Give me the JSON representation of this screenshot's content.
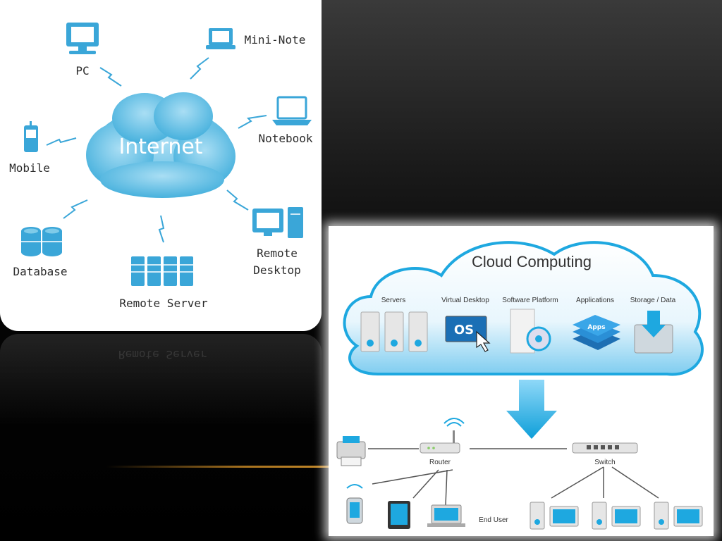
{
  "internet_diagram": {
    "center_label": "Internet",
    "nodes": {
      "pc": "PC",
      "mini_note": "Mini-Note",
      "notebook": "Notebook",
      "mobile": "Mobile",
      "database": "Database",
      "remote_server": "Remote Server",
      "remote_desktop_line1": "Remote",
      "remote_desktop_line2": "Desktop"
    },
    "accent_color": "#3aa6d8"
  },
  "cloud_diagram": {
    "title": "Cloud Computing",
    "services": {
      "servers": "Servers",
      "virtual_desktop": "Virtual Desktop",
      "software_platform": "Software Platform",
      "applications": "Applications",
      "storage_data": "Storage / Data"
    },
    "os_label": "OS",
    "apps_label": "Apps",
    "router": "Router",
    "switch": "Switch",
    "end_user": "End User",
    "accent_color": "#1ea8e0"
  }
}
